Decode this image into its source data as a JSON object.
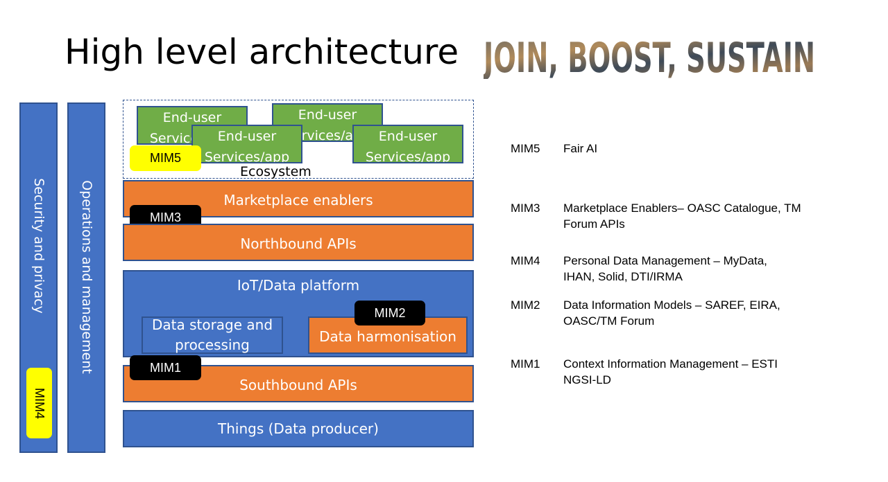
{
  "slide": {
    "title": "High level architecture",
    "logo_text": "JOIN, BOOST, SUSTAIN"
  },
  "diagram": {
    "security": "Security and privacy",
    "operations": "Operations and management",
    "ecosystem": "Ecosystem",
    "end_user_1": [
      "End-user",
      "Services/app"
    ],
    "end_user_2": [
      "End-user",
      "Services/app"
    ],
    "end_user_3": [
      "End-user",
      "Services/app"
    ],
    "end_user_4": [
      "End-user",
      "Services/app"
    ],
    "marketplace": "Marketplace enablers",
    "northbound": "Northbound APIs",
    "iot_platform": "IoT/Data platform",
    "data_storage": "Data storage and processing",
    "data_harmonisation": "Data harmonisation",
    "southbound": "Southbound APIs",
    "things": "Things (Data producer)",
    "badges": {
      "mim1": "MIM1",
      "mim2": "MIM2",
      "mim3": "MIM3",
      "mim4": "MIM4",
      "mim5": "MIM5"
    }
  },
  "legend": [
    {
      "code": "MIM5",
      "text": "Fair AI"
    },
    {
      "code": "MIM3",
      "text": "Marketplace Enablers– OASC Catalogue, TM Forum APIs"
    },
    {
      "code": "MIM4",
      "text": "Personal Data Management – MyData, IHAN, Solid, DTI/IRMA"
    },
    {
      "code": "MIM2",
      "text": "Data Information Models – SAREF, EIRA, OASC/TM Forum"
    },
    {
      "code": "MIM1",
      "text": "Context Information Management – ESTI NGSI-LD"
    }
  ],
  "colors": {
    "blue": "#4472c4",
    "orange": "#ed7d31",
    "green": "#70ad47",
    "yellow": "#ffff00",
    "black": "#000000"
  }
}
